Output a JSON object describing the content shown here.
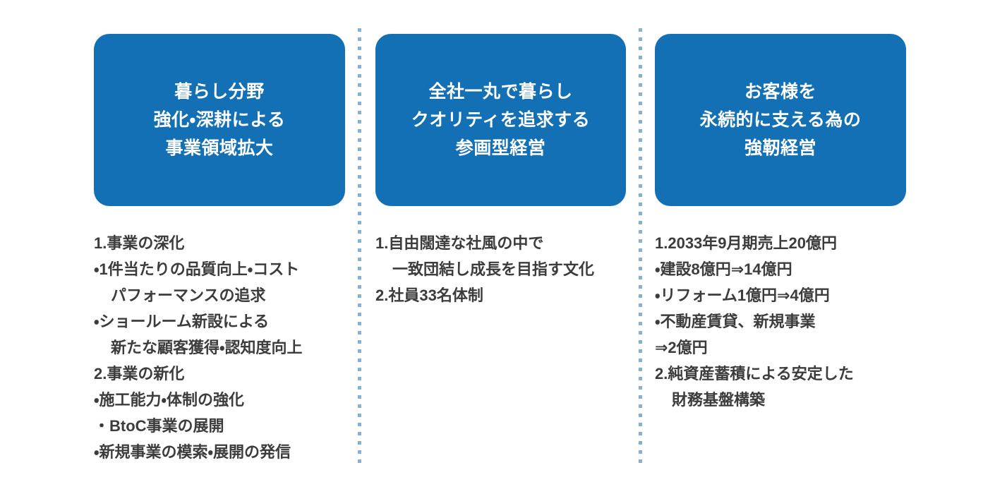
{
  "theme": {
    "card_blue": "#1470b4",
    "card_text": "#ffffff",
    "body_text": "#3c3c3c",
    "divider_dot": "#85b1d6",
    "background": "#ffffff"
  },
  "columns": [
    {
      "card_title": "暮らし分野\n強化・深耕による\n事業領域拡大",
      "lines": [
        {
          "text": "1.事業の深化",
          "indent": false
        },
        {
          "text": "・1件当たりの品質向上・コスト",
          "indent": false
        },
        {
          "text": "パフォーマンスの追求",
          "indent": true
        },
        {
          "text": "・ショールーム新設による",
          "indent": false
        },
        {
          "text": "新たな顧客獲得・認知度向上",
          "indent": true
        },
        {
          "text": "2.事業の新化",
          "indent": false
        },
        {
          "text": "・施工能力・体制の強化",
          "indent": false
        },
        {
          "text": "・BtoC事業の展開",
          "indent": false
        },
        {
          "text": "・新規事業の模索・展開の発信",
          "indent": false
        }
      ]
    },
    {
      "card_title": "全社一丸で暮らし\nクオリティを追求する\n参画型経営",
      "lines": [
        {
          "text": "1.自由闊達な社風の中で",
          "indent": false
        },
        {
          "text": "一致団結し成長を目指す文化",
          "indent": true
        },
        {
          "text": "2.社員33名体制",
          "indent": false
        }
      ]
    },
    {
      "card_title": "お客様を\n永続的に支える為の\n強靭経営",
      "lines": [
        {
          "text": "1.2033年9月期売上20億円",
          "indent": false
        },
        {
          "text": "・建設8億円⇒14億円",
          "indent": false
        },
        {
          "text": "・リフォーム1億円⇒4億円",
          "indent": false
        },
        {
          "text": "・不動産賃貸、新規事業",
          "indent": false
        },
        {
          "text": "⇒2億円",
          "indent": false
        },
        {
          "text": "2.純資産蓄積による安定した",
          "indent": false
        },
        {
          "text": "財務基盤構築",
          "indent": true
        }
      ]
    }
  ],
  "dividers": [
    {
      "name": "divider-1"
    },
    {
      "name": "divider-2"
    }
  ]
}
